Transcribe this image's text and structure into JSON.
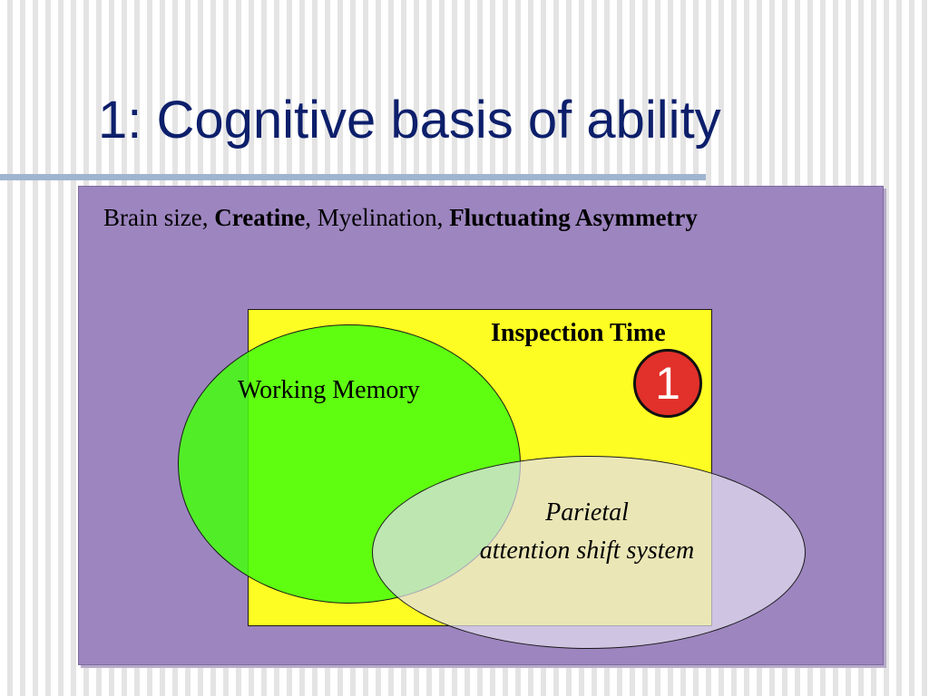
{
  "slide": {
    "title": "1: Cognitive basis of ability",
    "subtitle_parts": [
      {
        "text": "Brain size, ",
        "bold": false
      },
      {
        "text": "Creatine",
        "bold": true
      },
      {
        "text": ", Myelination, ",
        "bold": false
      },
      {
        "text": "Fluctuating Asymmetry",
        "bold": true
      }
    ]
  },
  "diagram": {
    "inspection_time_label": "Inspection Time",
    "working_memory_label": "Working Memory",
    "parietal_line1": "Parietal",
    "parietal_line2": "attention shift system",
    "badge_number": "1"
  },
  "colors": {
    "title_text": "#0d1f6b",
    "panel": "#9d85bf",
    "inspection_box": "#fefd23",
    "working_memory": "#45fe0e",
    "parietal": "#e2dcf0",
    "badge": "#e2302a"
  }
}
